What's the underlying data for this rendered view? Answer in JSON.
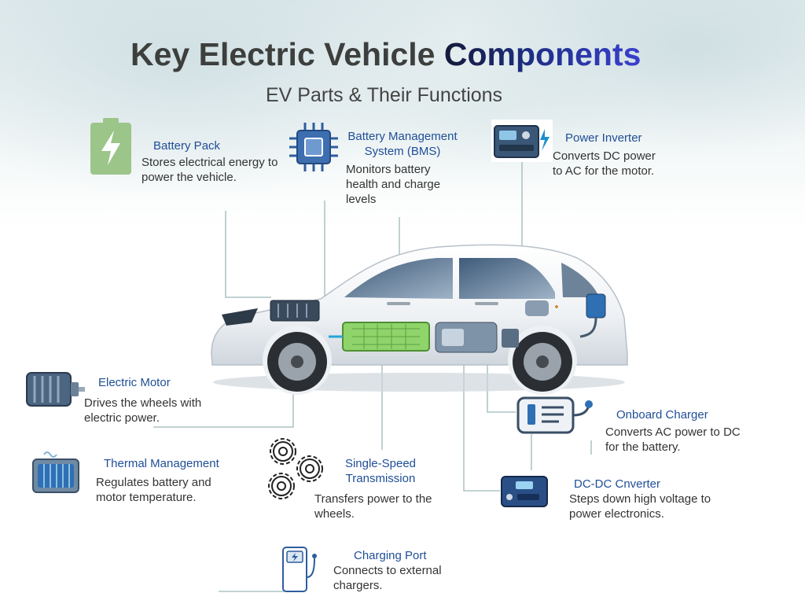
{
  "header": {
    "title_plain": "Key Electric Vehicle",
    "title_accent": "Components",
    "subtitle": "EV Parts & Their Functions"
  },
  "components": {
    "battery_pack": {
      "name": "Battery Pack",
      "desc": [
        "Stores electrical energy to",
        "power the vehicle."
      ]
    },
    "bms": {
      "name": [
        "Battery Management",
        "System (BMS)"
      ],
      "desc": [
        "Monitors battery",
        "health and charge",
        "levels"
      ]
    },
    "power_inverter": {
      "name": "Power Inverter",
      "desc": [
        "Converts DC power",
        "to AC for the motor."
      ]
    },
    "electric_motor": {
      "name": "Electric Motor",
      "desc": [
        "Drives the wheels with",
        "electric power."
      ]
    },
    "onboard_charger": {
      "name": "Onboard Charger",
      "desc": [
        "Converts AC power to DC",
        "for the battery."
      ]
    },
    "thermal_management": {
      "name": "Thermal Management",
      "desc": [
        "Regulates battery and",
        "motor temperature."
      ]
    },
    "single_speed_transmission": {
      "name": [
        "Single-Speed",
        "Transmission"
      ],
      "desc": [
        "Transfers power to the",
        "wheels."
      ]
    },
    "dc_dc_converter": {
      "name": "DC-DC Cnverter",
      "desc": [
        "Steps down high voltage to",
        "power  electronics."
      ]
    },
    "charging_port": {
      "name": "Charging Port",
      "desc": [
        "Connects to external",
        "chargers."
      ]
    }
  },
  "icons": [
    "battery-bolt-icon",
    "chip-icon",
    "inverter-icon",
    "motor-icon",
    "charger-icon",
    "radiator-icon",
    "gears-icon",
    "converter-icon",
    "charging-station-icon"
  ],
  "colors": {
    "label": "#1f4e96",
    "title_accent_start": "#141a38",
    "title_accent_end": "#3a3fd0",
    "battery_green": "#8fd46a",
    "car_body": "#f4f6f8"
  }
}
